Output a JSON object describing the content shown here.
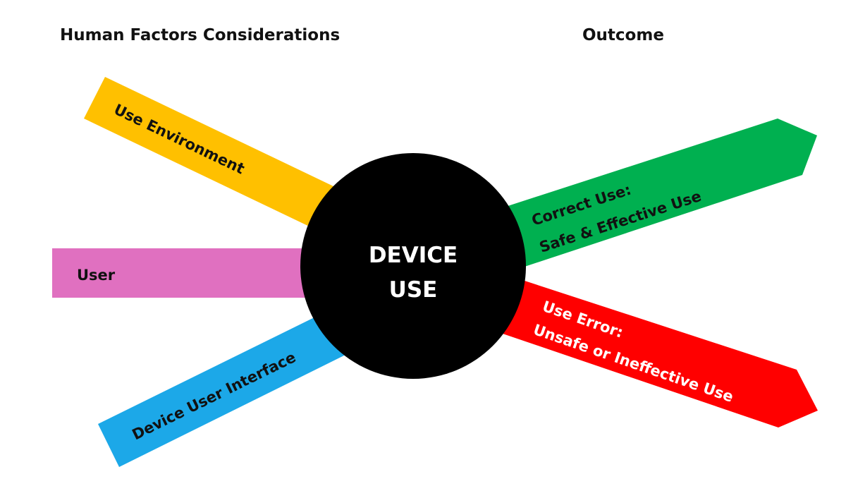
{
  "headings": {
    "considerations": "Human Factors Considerations",
    "outcome": "Outcome"
  },
  "center": {
    "line1": "DEVICE",
    "line2": "USE",
    "color": "#000000"
  },
  "inputs": {
    "use_environment": {
      "label": "Use Environment",
      "color": "#FFC000"
    },
    "user": {
      "label": "User",
      "color": "#E070C0"
    },
    "device_user_interface": {
      "label": "Device User Interface",
      "color": "#1CA8E8"
    }
  },
  "outcomes": {
    "correct_use": {
      "line1": "Correct Use:",
      "line2": "Safe & Effective Use",
      "color": "#00B050"
    },
    "use_error": {
      "line1": "Use Error:",
      "line2": "Unsafe or Ineffective Use",
      "color": "#FF0000"
    }
  }
}
